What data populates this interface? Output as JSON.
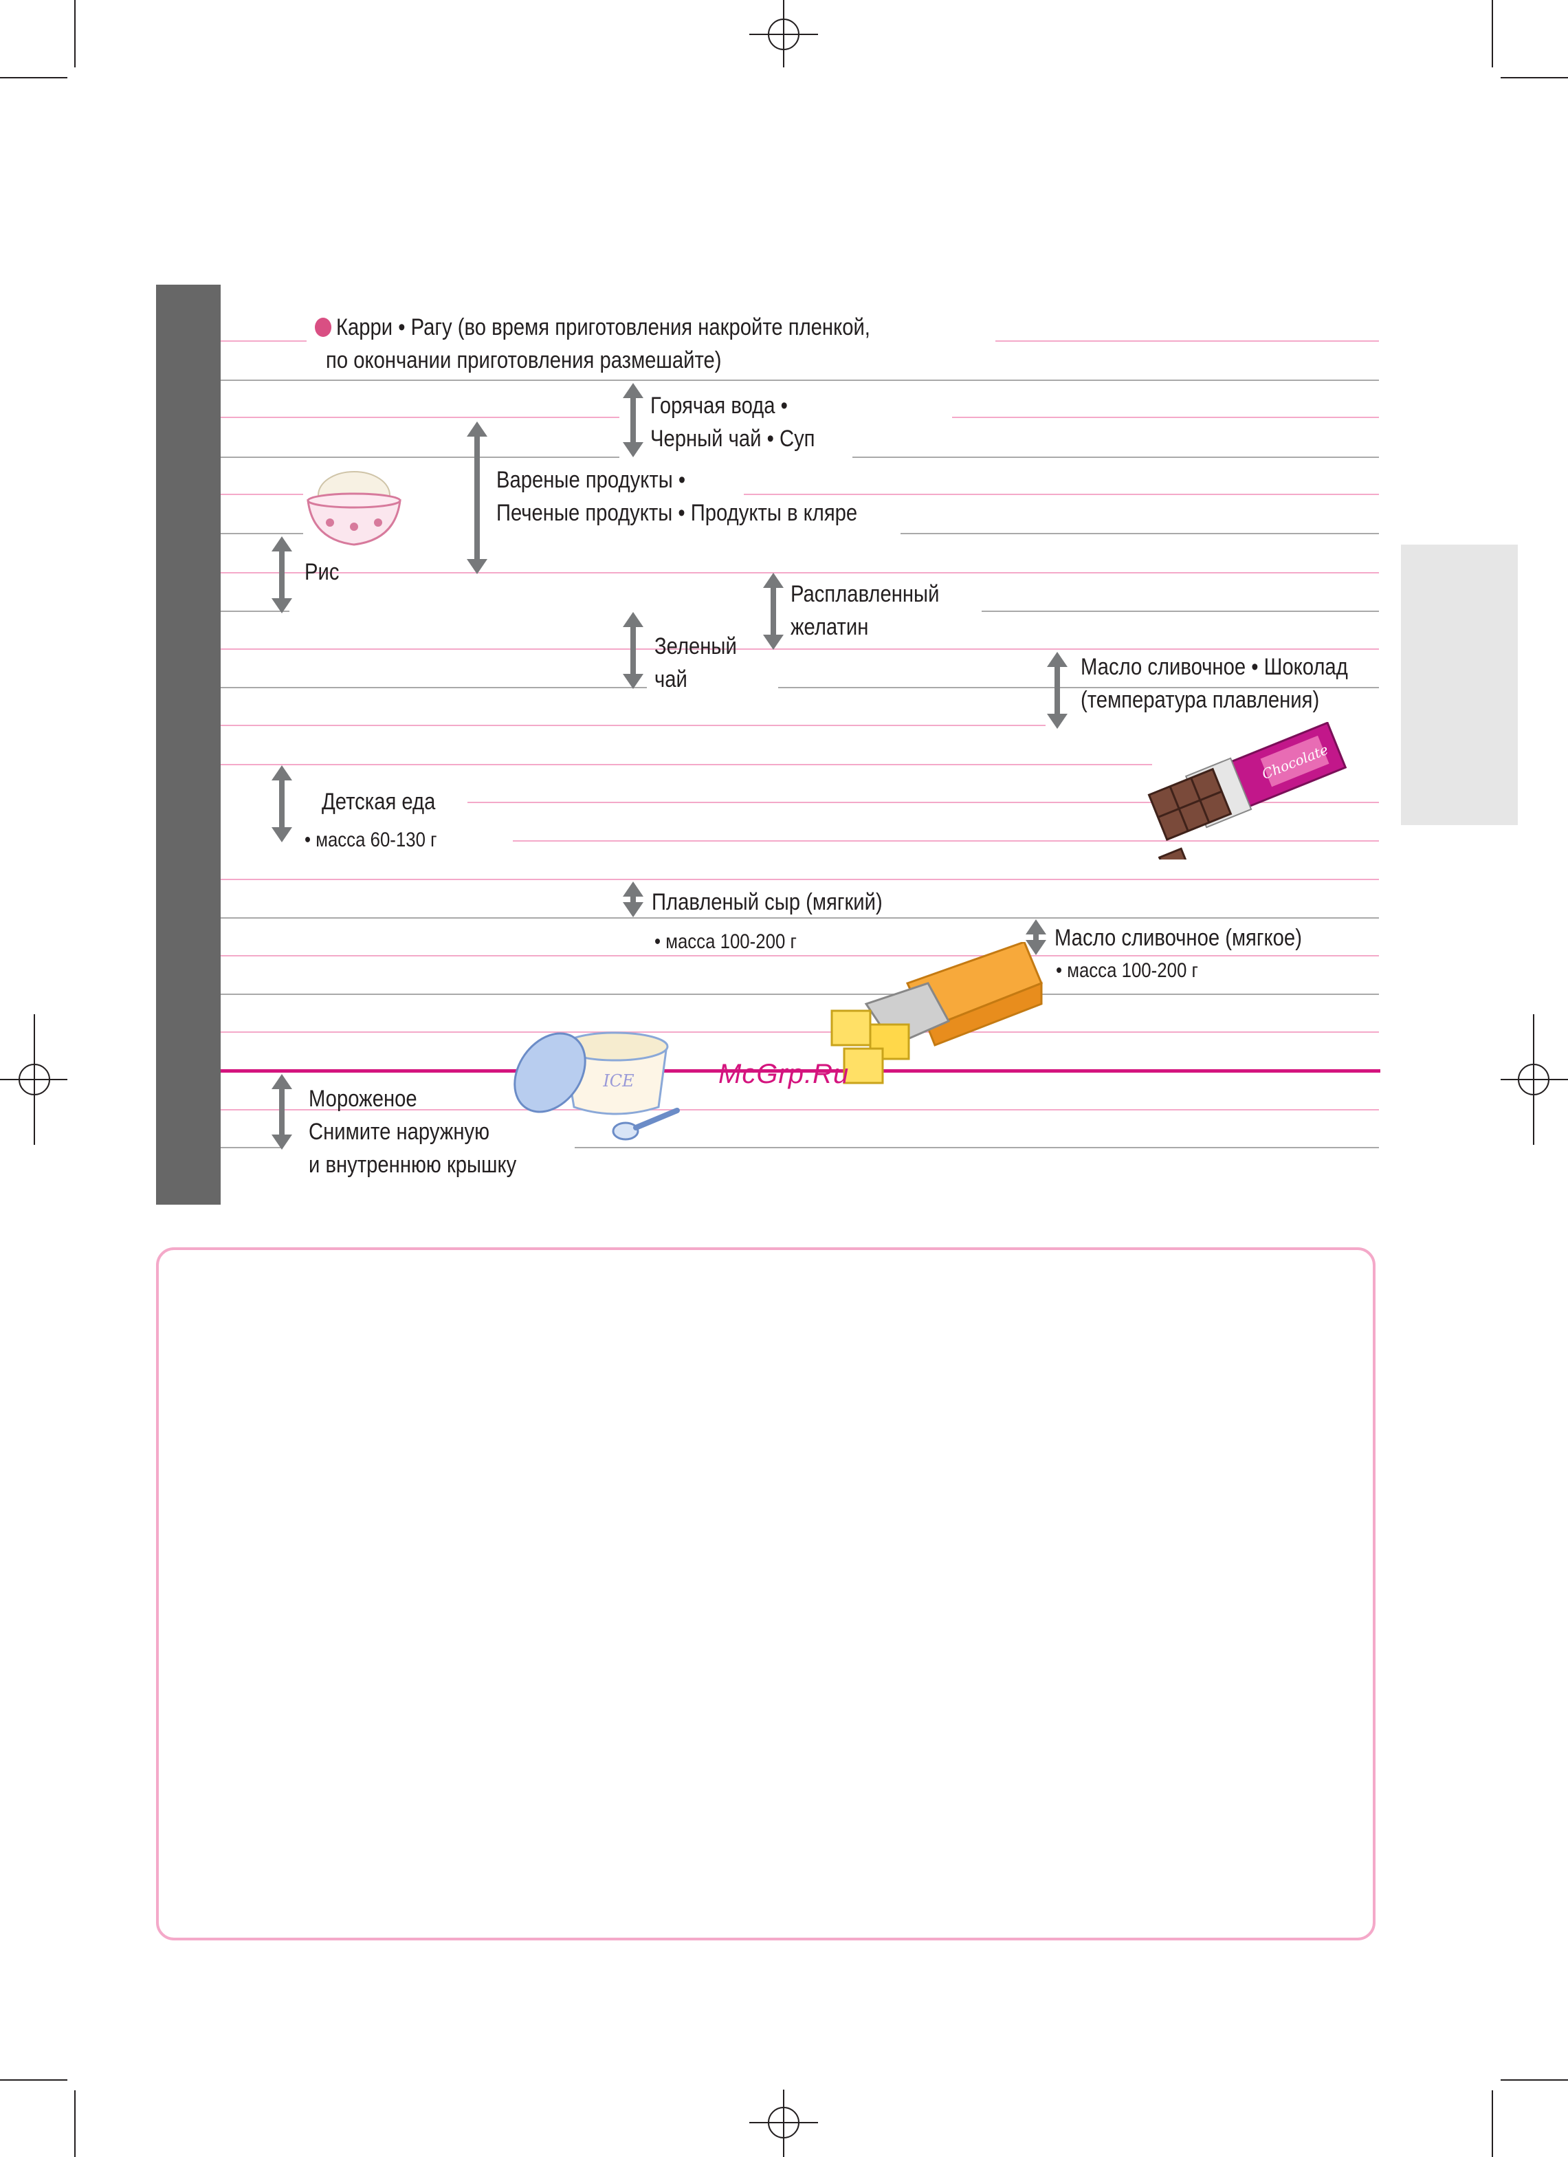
{
  "curry": {
    "line1": "Карри • Рагу (во время приготовления накройте пленкой,",
    "line2": "по окончании приготовления размешайте)"
  },
  "hot_water": {
    "line1": "Горячая вода •",
    "line2": "Черный чай • Суп"
  },
  "cooked": {
    "line1": "Вареные продукты •",
    "line2": "Печеные продукты • Продукты в кляре"
  },
  "rice": {
    "label": "Рис"
  },
  "gelatin": {
    "line1": "Расплавленный",
    "line2": "желатин"
  },
  "green_tea": {
    "line1": "Зеленый",
    "line2": "чай"
  },
  "butter_choc": {
    "line1": "Масло сливочное • Шоколад",
    "line2": "(температура плавления)"
  },
  "baby_food": {
    "label": "Детская еда",
    "mass": "• масса 60-130 г"
  },
  "cheese": {
    "label": "Плавленый сыр (мягкий)",
    "mass": "• масса 100-200 г"
  },
  "butter_soft": {
    "label": "Масло сливочное (мягкое)",
    "mass": "• масса 100-200 г"
  },
  "ice_cream": {
    "line1": "Мороженое",
    "line2": "Снимите наружную",
    "line3": "и внутреннюю крышку"
  },
  "chocolate_wrapper": "Chocolate",
  "ice_cup_text": "ICE",
  "watermark": "McGrp.Ru",
  "colors": {
    "pink_line": "#f4a9c9",
    "gray_line": "#a9a9a9",
    "magenta": "#d4147e",
    "sidebar": "#676767",
    "arrow": "#77797b"
  }
}
